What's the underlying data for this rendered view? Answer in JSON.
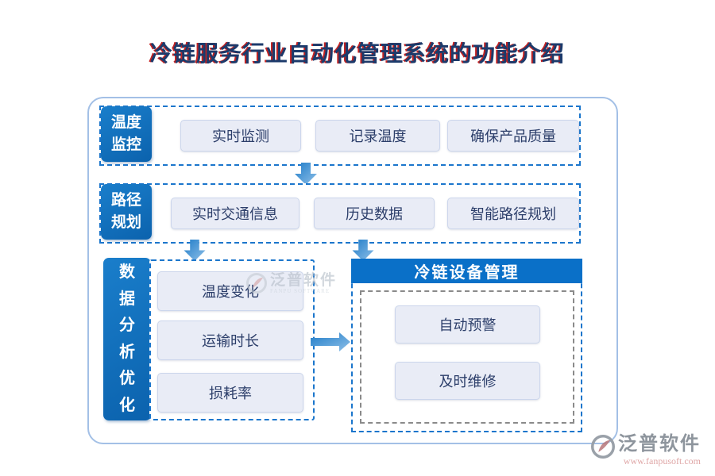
{
  "title": "冷链服务行业自动化管理系统的功能介绍",
  "flow": {
    "row1": {
      "label": "温度监控",
      "items": [
        "实时监测",
        "记录温度",
        "确保产品质量"
      ]
    },
    "row2": {
      "label": "路径规划",
      "items": [
        "实时交通信息",
        "历史数据",
        "智能路径规划"
      ]
    },
    "row3": {
      "label": "数据分析优化",
      "items": [
        "温度变化",
        "运输时长",
        "损耗率"
      ]
    }
  },
  "panel": {
    "title": "冷链设备管理",
    "items": [
      "自动预警",
      "及时维修"
    ]
  },
  "watermarks": {
    "center": {
      "brand": "泛普软件",
      "caption": "FANPU SOFTWARE"
    },
    "footer": {
      "brand": "泛普软件",
      "url": "www.fanpusoft.com"
    }
  },
  "colors": {
    "primary_blue": "#0c6fc0",
    "dashed_blue": "#1b76cc",
    "button_bg": "#e9ecf6",
    "title_navy": "#1c3a6b",
    "title_shadow_red": "#c32222",
    "inner_dashed_gray": "#8a8a8a"
  }
}
